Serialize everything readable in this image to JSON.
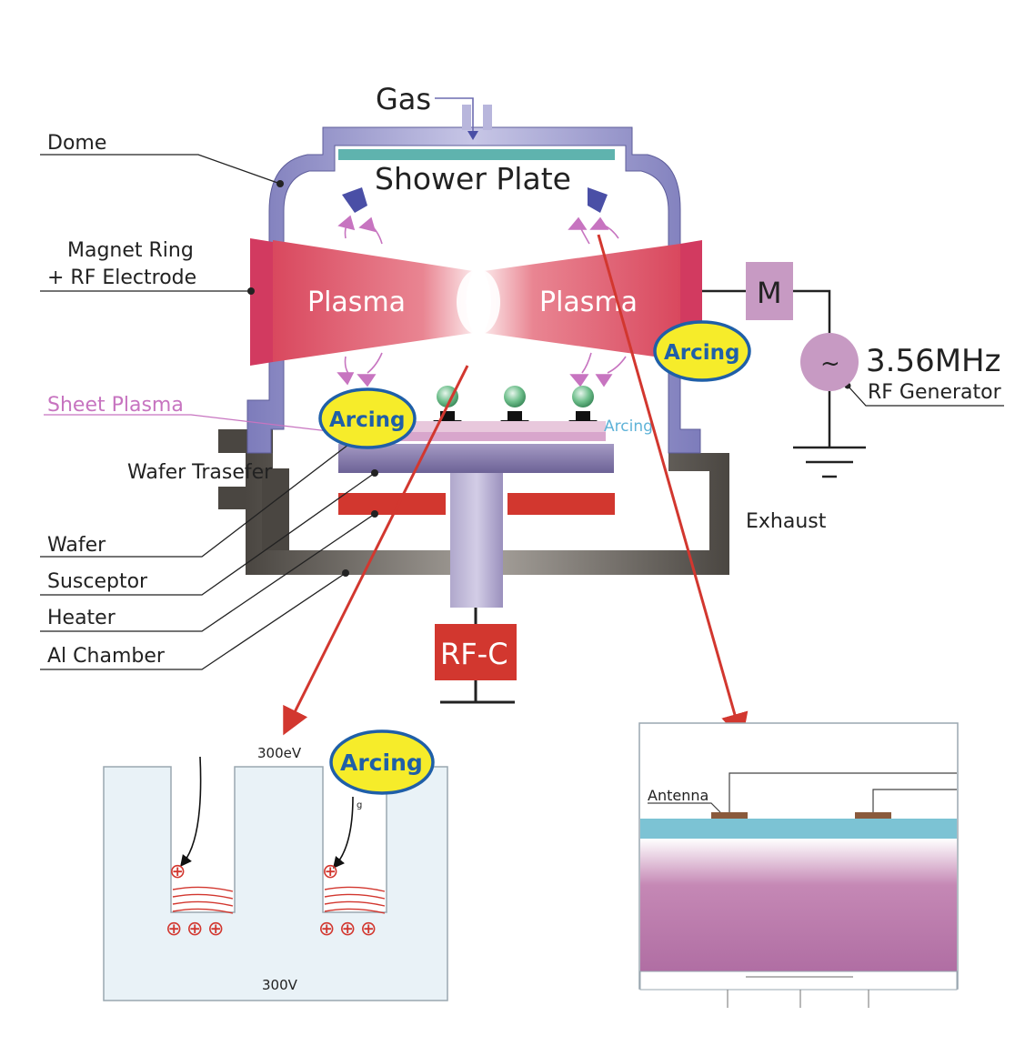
{
  "labels": {
    "gas": "Gas",
    "shower_plate": "Shower Plate",
    "dome": "Dome",
    "magnet_ring_line1": "Magnet Ring",
    "magnet_ring_line2": "+ RF Electrode",
    "plasma_left": "Plasma",
    "plasma_right": "Plasma",
    "sheet_plasma": "Sheet Plasma",
    "wafer_transfer": "Wafer Trasefer",
    "wafer": "Wafer",
    "susceptor": "Susceptor",
    "heater": "Heater",
    "al_chamber": "Al Chamber",
    "exhaust": "Exhaust",
    "matcher": "M",
    "ac_symbol": "~",
    "frequency": "3.56MHz",
    "rf_generator": "RF Generator",
    "rf_c": "RF-C",
    "arcing": "Arcing",
    "arcing_small": "Arcing"
  },
  "inset_left": {
    "top_energy": "300eV",
    "bottom_voltage": "300V",
    "arcing": "Arcing",
    "small_mark": "g",
    "ion_symbol": "⊕"
  },
  "inset_right": {
    "antenna": "Antenna"
  },
  "colors": {
    "dome": "#8d8cc6",
    "plasma": "#d9485e",
    "magnet": "#d23a60",
    "chamber": "#5a5550",
    "heater": "#d2372f",
    "rf_c": "#d2372f",
    "matcher": "#c79ac3",
    "arcing_fill": "#f6ec2a",
    "arcing_border": "#1f5fa8",
    "pointer_arrow": "#d2372f"
  }
}
